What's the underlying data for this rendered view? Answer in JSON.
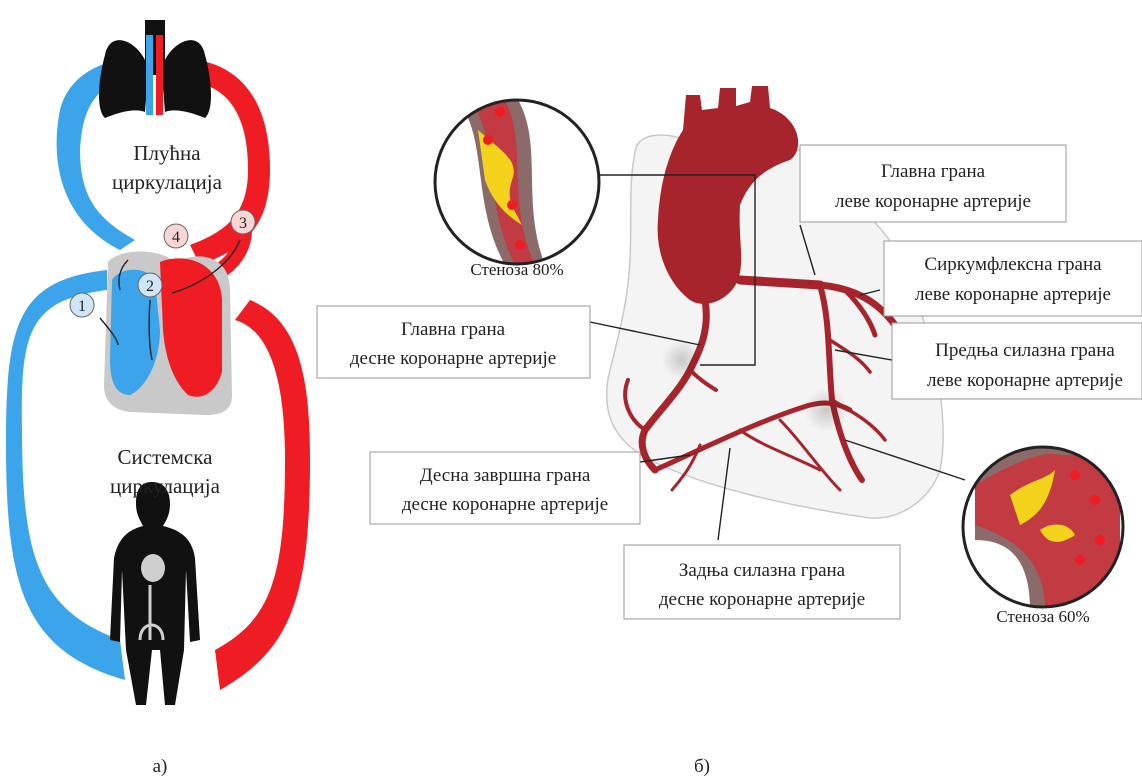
{
  "panel_a": {
    "pulmonary_label_1": "Плућна",
    "pulmonary_label_2": "циркулација",
    "systemic_label_1": "Системска",
    "systemic_label_2": "циркулација",
    "markers": [
      "1",
      "2",
      "3",
      "4"
    ],
    "caption": "а)"
  },
  "panel_b": {
    "caption": "б)",
    "stenosis_top": "Стеноза 80%",
    "stenosis_bottom": "Стеноза 60%",
    "labels": {
      "lmca_1": "Главна грана",
      "lmca_2": "леве коронарне артерије",
      "circ_1": "Сиркумфлексна грана",
      "circ_2": "леве коронарне артерије",
      "rca_1": "Главна грана",
      "rca_2": "десне коронарне артерије",
      "lad_1": "Предња силазна грана",
      "lad_2": "леве коронарне артерије",
      "rterm_1": "Десна завршна грана",
      "rterm_2": "десне коронарне артерије",
      "pda_1": "Задња силазна грана",
      "pda_2": "десне коронарне артерије"
    }
  },
  "colors": {
    "oxygenated": "#ef1c24",
    "deoxygenated": "#3ba4ea",
    "vessel": "#a8242c",
    "plaque": "#f2d21b",
    "heart_outline": "#c9c9c9"
  }
}
